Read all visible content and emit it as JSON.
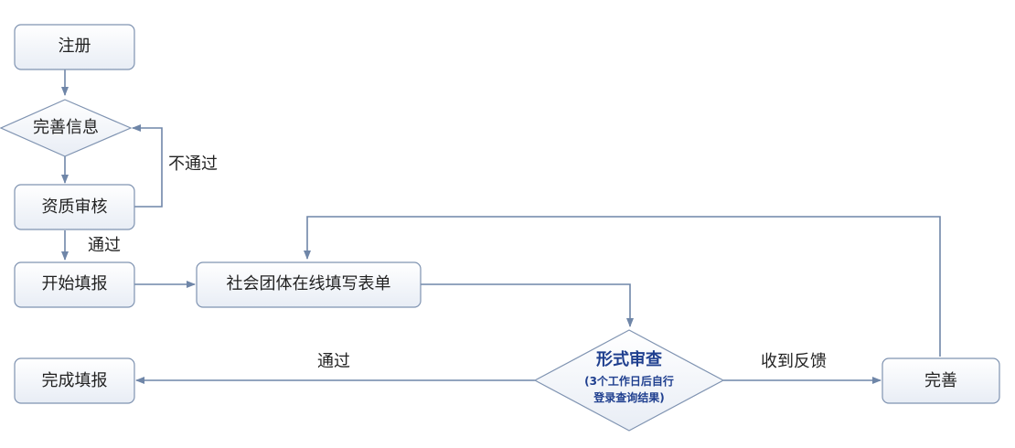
{
  "colors": {
    "node_fill_top": "#ffffff",
    "node_fill_bottom": "#e8edf5",
    "node_stroke": "#7f93b1",
    "edge_stroke": "#6f86a8",
    "review_text": "#1f3f8f",
    "text": "#222222"
  },
  "nodes": {
    "register": "注册",
    "complete_info": "完善信息",
    "qualification_review": "资质审核",
    "start_filling": "开始填报",
    "fill_form_online": "社会团体在线填写表单",
    "format_review": {
      "title": "形式审查",
      "note_line1": "(3个工作日后自行",
      "note_line2": "登录查询结果)"
    },
    "finish_filling": "完成填报",
    "improve": "完善"
  },
  "edge_labels": {
    "not_passed": "不通过",
    "passed_qualification": "通过",
    "passed_review": "通过",
    "feedback_received": "收到反馈"
  }
}
